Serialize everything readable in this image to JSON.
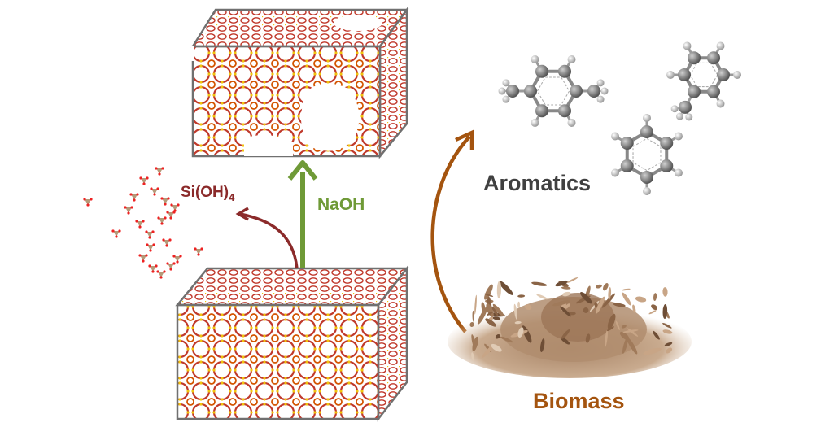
{
  "labels": {
    "silicic_acid_main": "Si(OH)",
    "silicic_acid_sub": "4",
    "reagent": "NaOH",
    "product": "Aromatics",
    "feedstock": "Biomass"
  },
  "colors": {
    "silica_arrow": "#8b2a2a",
    "naoh_arrow": "#6f9a37",
    "biomass_arrow": "#a4540f",
    "aromatics_text": "#404040",
    "biomass_text": "#a4540f",
    "framework": "#c0392b",
    "box_edge": "#707070"
  }
}
